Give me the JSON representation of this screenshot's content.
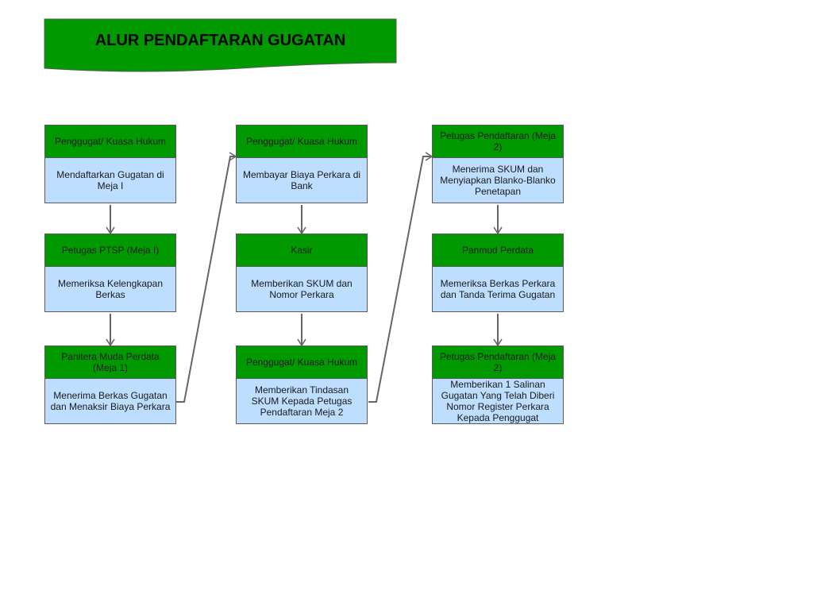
{
  "title": "ALUR PENDAFTARAN GUGATAN",
  "colors": {
    "header_fill": "#009900",
    "body_fill": "#bddeff",
    "border": "#5a5a5a",
    "connector": "#666666"
  },
  "steps": [
    {
      "header": "Penggugat/ Kuasa Hukum",
      "body": "Mendaftarkan Gugatan di Meja I"
    },
    {
      "header": "Petugas PTSP (Meja I)",
      "body": "Memeriksa Kelengkapan Berkas"
    },
    {
      "header": "Panitera Muda Perdata (Meja 1)",
      "body": "Menerima Berkas Gugatan dan Menaksir Biaya Perkara"
    },
    {
      "header": "Penggugat/ Kuasa Hukum",
      "body": "Membayar Biaya Perkara di Bank"
    },
    {
      "header": "Kasir",
      "body": "Memberikan SKUM dan Nomor Perkara"
    },
    {
      "header": "Penggugat/ Kuasa Hukum",
      "body": "Memberikan Tindasan SKUM Kepada Petugas Pendaftaran Meja 2"
    },
    {
      "header": "Petugas Pendaftaran (Meja 2)",
      "body": "Menerima SKUM dan Menyiapkan Blanko-Blanko Penetapan"
    },
    {
      "header": "Panmud Perdata",
      "body": "Memeriksa Berkas Perkara dan Tanda Terima Gugatan"
    },
    {
      "header": "Petugas Pendaftaran (Meja 2)",
      "body": "Memberikan 1 Salinan Gugatan Yang Telah Diberi Nomor Register Perkara Kepada Penggugat"
    }
  ]
}
